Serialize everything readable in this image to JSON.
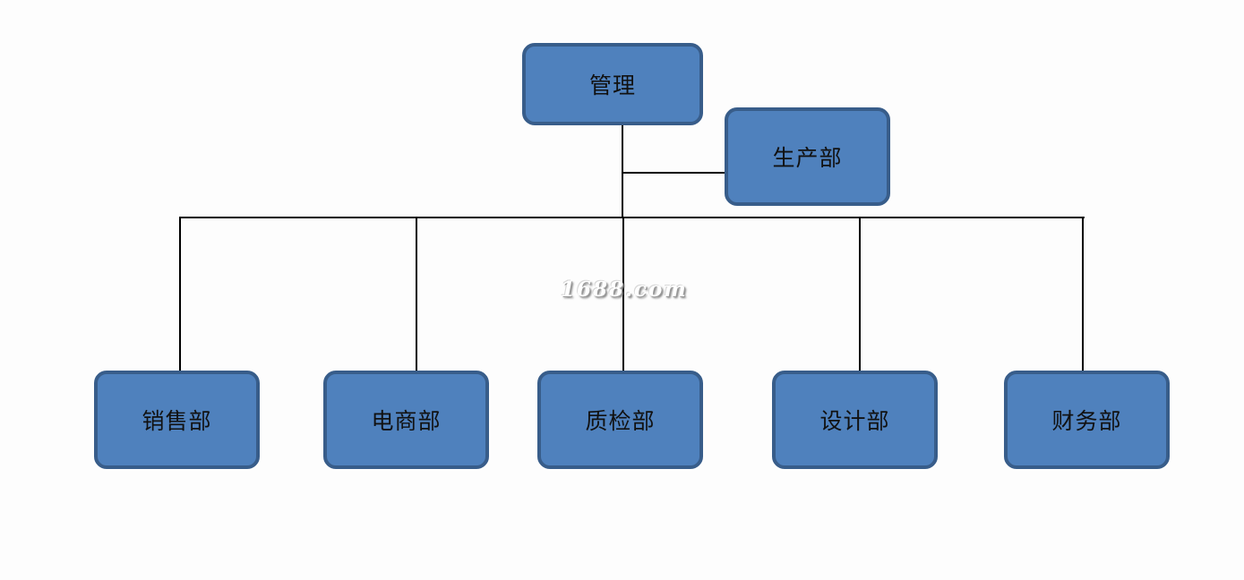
{
  "diagram": {
    "type": "org-chart",
    "root": {
      "label": "管理"
    },
    "assistant": {
      "label": "生产部"
    },
    "departments": [
      {
        "label": "销售部"
      },
      {
        "label": "电商部"
      },
      {
        "label": "质检部"
      },
      {
        "label": "设计部"
      },
      {
        "label": "财务部"
      }
    ]
  },
  "watermark": {
    "text": "1688.com"
  },
  "colors": {
    "node_fill": "#4f81bd",
    "node_border": "#385d8a",
    "connector": "#000000",
    "text": "#111111"
  }
}
